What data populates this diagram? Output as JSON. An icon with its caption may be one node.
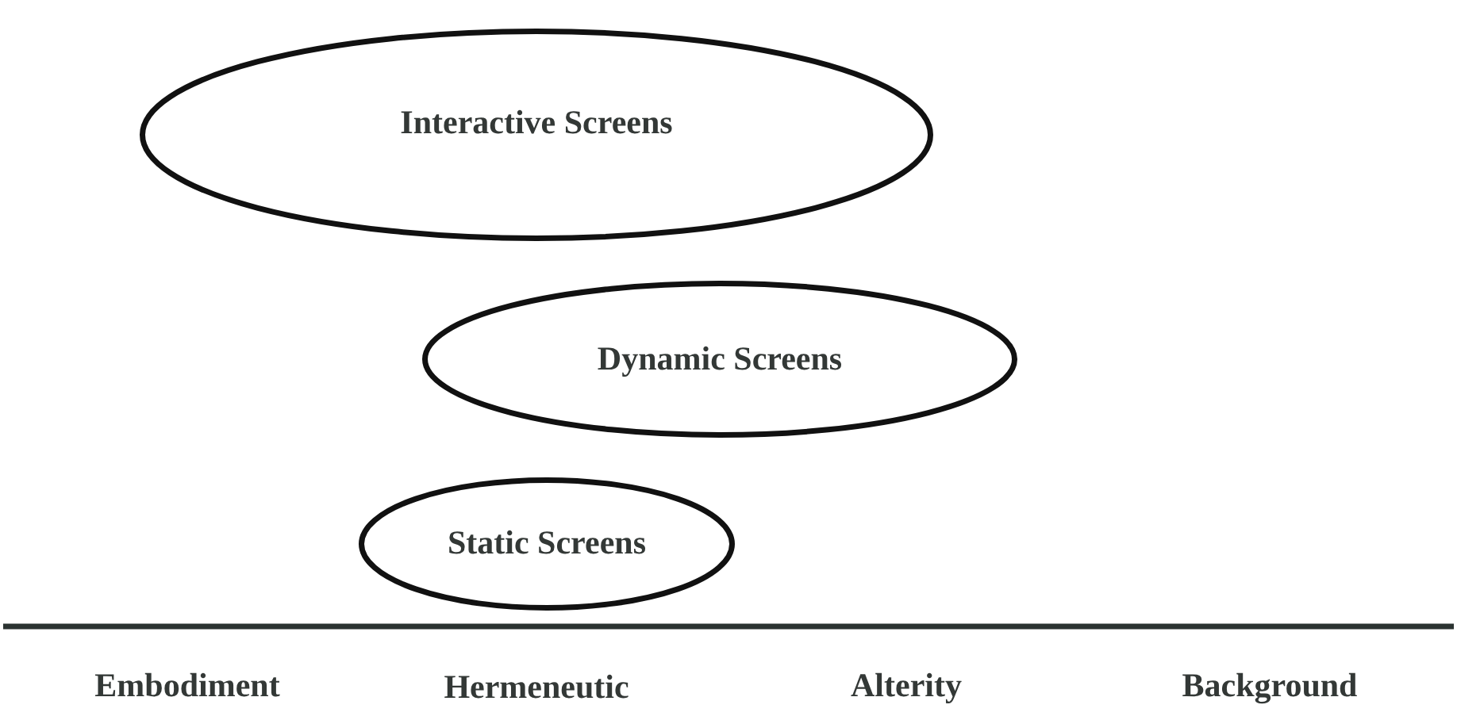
{
  "diagram": {
    "nodes": [
      {
        "text": [
          "Interactive Screens"
        ]
      },
      {
        "text": [
          "Dynamic Screens"
        ]
      },
      {
        "text": [
          "Static Screens"
        ]
      }
    ],
    "edges": [],
    "labels": [
      "Embodiment",
      "Hermeneutic",
      "Alterity",
      "Background"
    ]
  }
}
